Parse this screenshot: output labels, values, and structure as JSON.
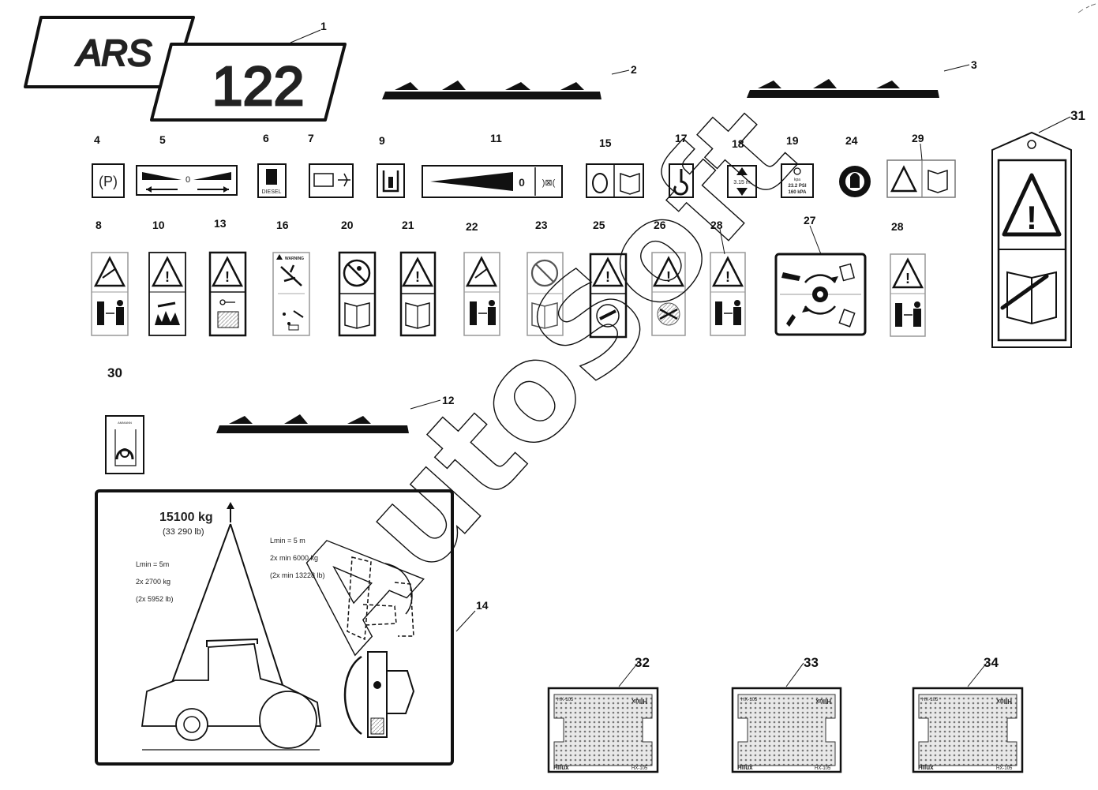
{
  "logo": {
    "model_prefix": "ARS",
    "model_number": "122"
  },
  "decals": {
    "d30": {
      "mini_caption": "AMMANN"
    }
  },
  "parking_symbol": "(P)",
  "fuel_label": "DIESEL",
  "speed_dial": {
    "zero": "0"
  },
  "throttle": {
    "zero": "0",
    "vibe": ")⊠("
  },
  "height_decal": "3.15 m",
  "pressure_decal": {
    "unit": "kpa",
    "psi": "23.2 PSI",
    "kpa": "160 kPA"
  },
  "warning_decal": {
    "header": "WARNING"
  },
  "callouts": [
    "1",
    "2",
    "3",
    "4",
    "5",
    "6",
    "7",
    "8",
    "9",
    "10",
    "11",
    "12",
    "13",
    "14",
    "15",
    "16",
    "17",
    "18",
    "19",
    "20",
    "21",
    "22",
    "23",
    "24",
    "25",
    "26",
    "28",
    "27",
    "28",
    "29",
    "30",
    "31",
    "32",
    "33",
    "34"
  ],
  "lifting_decal": {
    "weight_kg": "15100 kg",
    "weight_lb": "(33 290 lb)",
    "left_lmin": "Lmin = 5m",
    "left_load": "2x 2700 kg",
    "left_load_lb": "(2x 5952 lb)",
    "right_lmin": "Lmin = 5 m",
    "right_load": "2x min 6000 kg",
    "right_load_lb": "(2x min 13228 lb)"
  },
  "mat": {
    "brand": "Hilux",
    "code": "HX-105"
  },
  "watermark": "AutoSoft",
  "colors": {
    "ink": "#111111",
    "paper": "#ffffff",
    "grey": "#8a8a8a"
  }
}
